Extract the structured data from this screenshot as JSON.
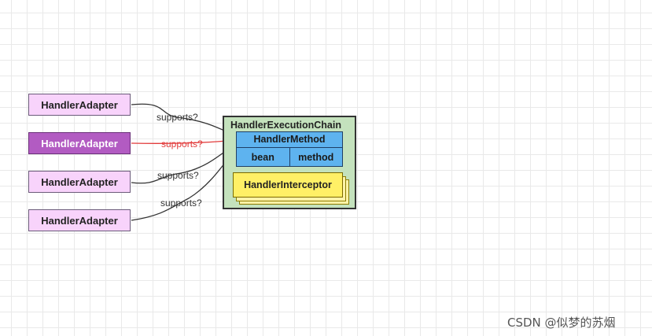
{
  "adapters": [
    {
      "label": "HandlerAdapter",
      "selected": false
    },
    {
      "label": "HandlerAdapter",
      "selected": true
    },
    {
      "label": "HandlerAdapter",
      "selected": false
    },
    {
      "label": "HandlerAdapter",
      "selected": false
    }
  ],
  "edges": [
    {
      "label": "supports?",
      "highlighted": false
    },
    {
      "label": "supports?",
      "highlighted": true
    },
    {
      "label": "supports?",
      "highlighted": false
    },
    {
      "label": "supports?",
      "highlighted": false
    }
  ],
  "chain": {
    "title": "HandlerExecutionChain",
    "handler_method": {
      "title": "HandlerMethod",
      "fields": [
        "bean",
        "method"
      ]
    },
    "interceptor": "HandlerInterceptor"
  },
  "watermark": "CSDN @似梦的苏烟",
  "colors": {
    "adapter_fill": "#f8d3fb",
    "adapter_selected_fill": "#b25bc2",
    "chain_fill": "#c4e2bd",
    "handler_method_fill": "#5eb3ef",
    "interceptor_fill": "#fff066",
    "highlight_edge": "#e23b3b",
    "edge": "#333333"
  }
}
